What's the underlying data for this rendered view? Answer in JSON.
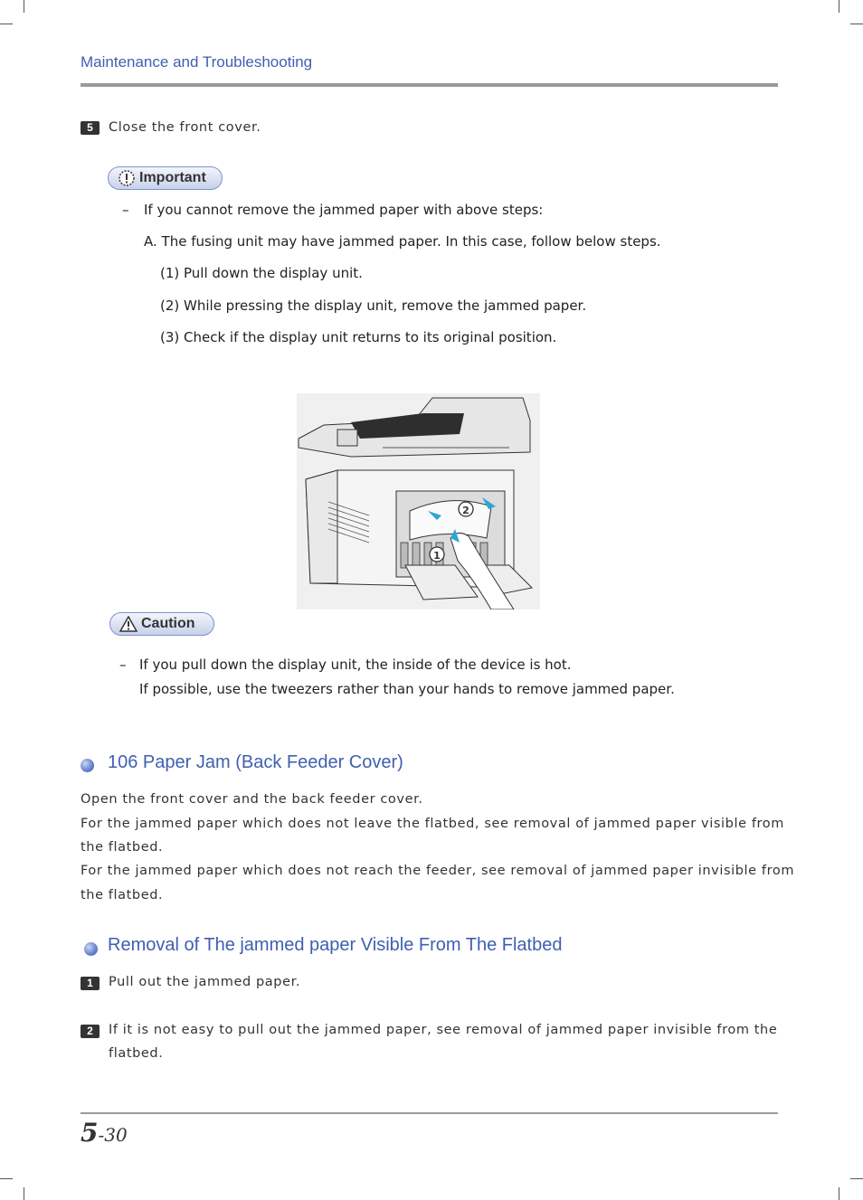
{
  "header": {
    "title": "Maintenance and Troubleshooting"
  },
  "step5": {
    "number": "5",
    "text": "Close the front cover."
  },
  "important": {
    "label": "Important",
    "dash": "–",
    "intro": "If you cannot remove the jammed paper with above steps:",
    "line_a": "A. The fusing unit may have jammed paper. In this case, follow below steps.",
    "line_1": "(1) Pull down the display unit.",
    "line_2": "(2) While pressing the display unit, remove the jammed paper.",
    "line_3": "(3) Check if the display unit returns to its original position."
  },
  "figure": {
    "callout_1": "1",
    "callout_2": "2"
  },
  "caution": {
    "label": "Caution",
    "dash": "–",
    "line_1": "If you pull down the display unit, the inside of the device is hot.",
    "line_2": "If possible, use the tweezers rather than your hands to remove jammed paper."
  },
  "section106": {
    "title": "106 Paper Jam (Back Feeder Cover)",
    "para_1": "Open the front cover and the back feeder cover.",
    "para_2a": "For the jammed paper which does not leave the flatbed, see removal of jammed paper visible from",
    "para_2b": "the flatbed.",
    "para_3a": "For the jammed paper which does not reach the feeder, see removal of jammed paper invisible from",
    "para_3b": "the flatbed."
  },
  "sectionRemoval": {
    "title": "Removal of The jammed paper Visible From The Flatbed",
    "step1": {
      "number": "1",
      "text": "Pull out the jammed paper."
    },
    "step2": {
      "number": "2",
      "text_a": "If it is not easy to pull out the jammed paper, see removal of jammed paper invisible from the",
      "text_b": "flatbed."
    }
  },
  "footer": {
    "chapter": "5",
    "page": "-30"
  },
  "colors": {
    "accent": "#3f5fb0",
    "rule": "#9a9a9a",
    "badge": "#333333"
  }
}
